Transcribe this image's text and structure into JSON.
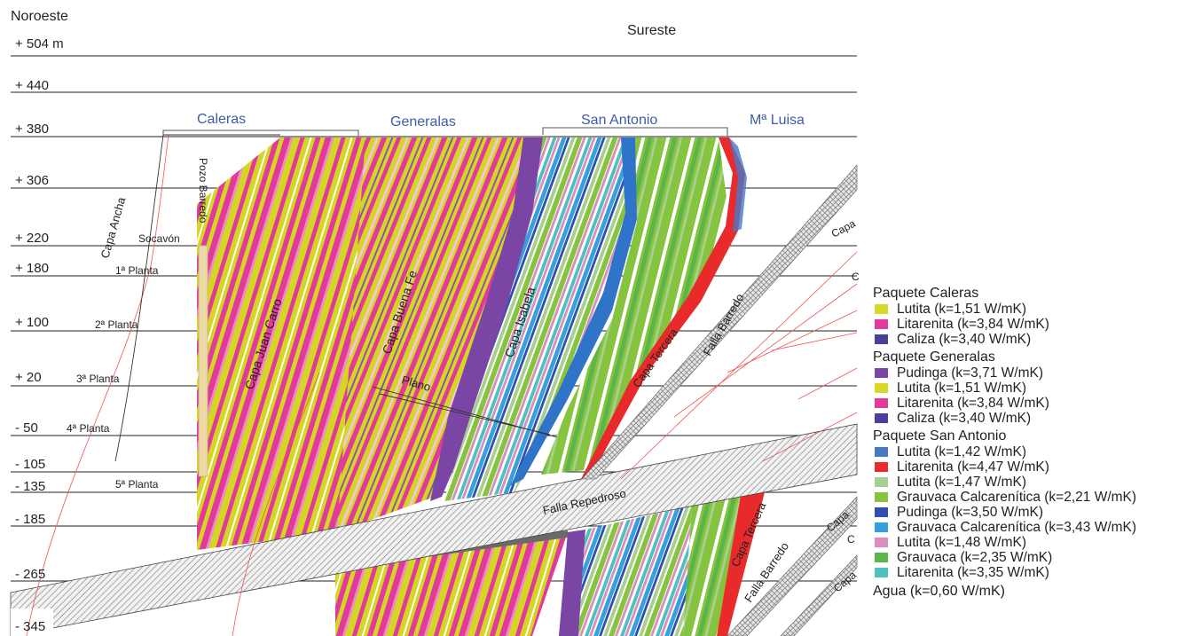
{
  "orientation": {
    "northwest": "Noroeste",
    "southeast": "Sureste"
  },
  "elevations": [
    "+ 504 m",
    "+ 440",
    "+ 380",
    "+ 306",
    "+ 220",
    "+ 180",
    "+ 100",
    "+ 20",
    "- 50",
    "- 105",
    "- 135",
    "- 185",
    "- 265",
    "- 345"
  ],
  "packages": [
    "Caleras",
    "Generalas",
    "San Antonio",
    "Mª Luisa"
  ],
  "shaft": {
    "name": "Pozo Barredo",
    "adit": "Socavón"
  },
  "floors": [
    "1ª Planta",
    "2ª Planta",
    "3ª Planta",
    "4ª Planta",
    "5ª Planta"
  ],
  "seams": {
    "ancha": "Capa Ancha",
    "juan_carro": "Capa Juan Carro",
    "buena_fe": "Capa Buena Fe",
    "isabela": "Capa Isabela",
    "tercera": "Capa Tercera",
    "plano": "Plano"
  },
  "faults": {
    "barredo": "Falla Barredo",
    "repedroso": "Falla Repedroso"
  },
  "partial_labels": {
    "capa_a": "Capa",
    "capa_b": "Capa",
    "c1": "C",
    "c2": "C",
    "capa_c": "Capa"
  },
  "legend": {
    "groups": [
      {
        "title": "Paquete Caleras",
        "items": [
          {
            "label": "Lutita (k=1,51 W/mK)",
            "color": "#d8d82a"
          },
          {
            "label": "Litarenita (k=3,84 W/mK)",
            "color": "#e23a9a"
          },
          {
            "label": "Caliza (k=3,40 W/mK)",
            "color": "#4a3f9a"
          }
        ]
      },
      {
        "title": "Paquete Generalas",
        "items": [
          {
            "label": "Pudinga (k=3,71 W/mK)",
            "color": "#7b45a5"
          },
          {
            "label": "Lutita (k=1,51 W/mK)",
            "color": "#d8d82a"
          },
          {
            "label": "Litarenita (k=3,84 W/mK)",
            "color": "#e23a9a"
          },
          {
            "label": "Caliza (k=3,40 W/mK)",
            "color": "#4a3f9a"
          }
        ]
      },
      {
        "title": "Paquete San Antonio",
        "items": [
          {
            "label": "Lutita (k=1,42 W/mK)",
            "color": "#4a78c8"
          },
          {
            "label": "Litarenita (k=4,47 W/mK)",
            "color": "#e82a2a"
          },
          {
            "label": "Lutita (k=1,47 W/mK)",
            "color": "#a8cf8e"
          },
          {
            "label": "Grauvaca Calcarenítica (k=2,21 W/mK)",
            "color": "#86c440"
          },
          {
            "label": "Pudinga (k=3,50 W/mK)",
            "color": "#3050b0"
          },
          {
            "label": "Grauvaca Calcarenítica (k=3,43 W/mK)",
            "color": "#35a0dc"
          },
          {
            "label": "Lutita (k=1,48 W/mK)",
            "color": "#d88fc0"
          },
          {
            "label": "Grauvaca (k=2,35 W/mK)",
            "color": "#5cb548"
          },
          {
            "label": "Litarenita (k=3,35 W/mK)",
            "color": "#4fc0c0"
          }
        ]
      }
    ],
    "water": "Agua (k=0,60 W/mK)"
  }
}
